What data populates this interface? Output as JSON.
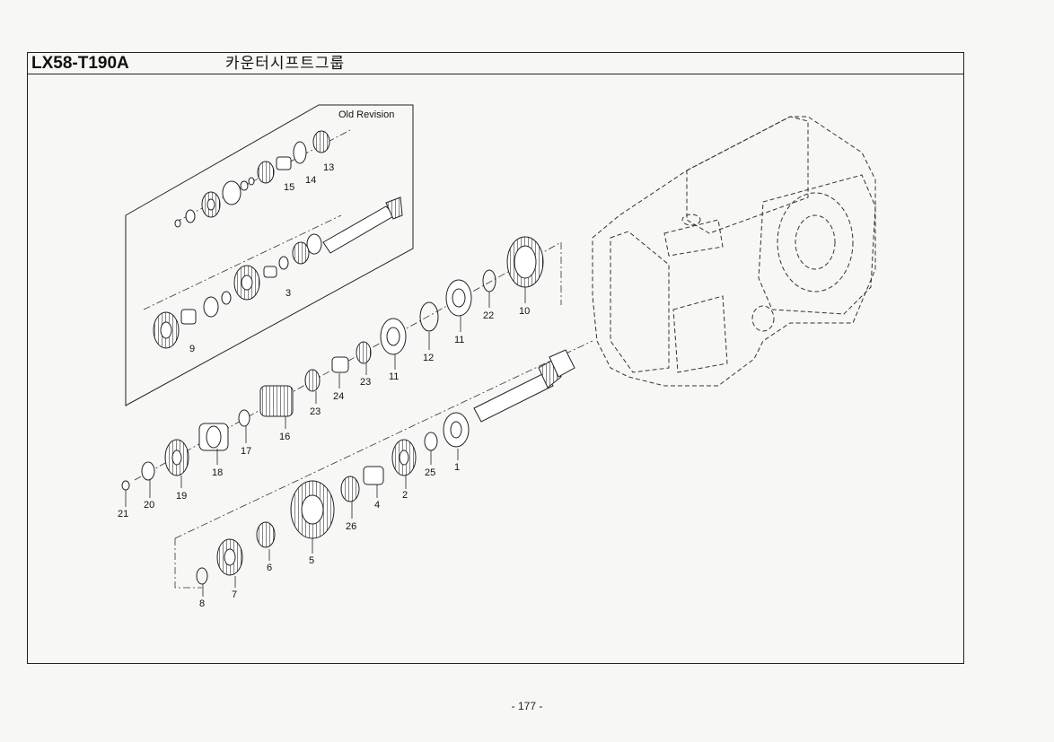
{
  "header": {
    "code": "LX58-T190A",
    "title_ko": "카운터시프트그룹"
  },
  "inset": {
    "label": "Old Revision",
    "callouts": [
      "13",
      "14",
      "15",
      "3",
      "9"
    ]
  },
  "callouts": [
    "1",
    "2",
    "4",
    "5",
    "6",
    "7",
    "8",
    "10",
    "11",
    "11",
    "12",
    "16",
    "17",
    "18",
    "19",
    "20",
    "21",
    "22",
    "23",
    "23",
    "24",
    "25",
    "26"
  ],
  "page_number": "- 177 -"
}
